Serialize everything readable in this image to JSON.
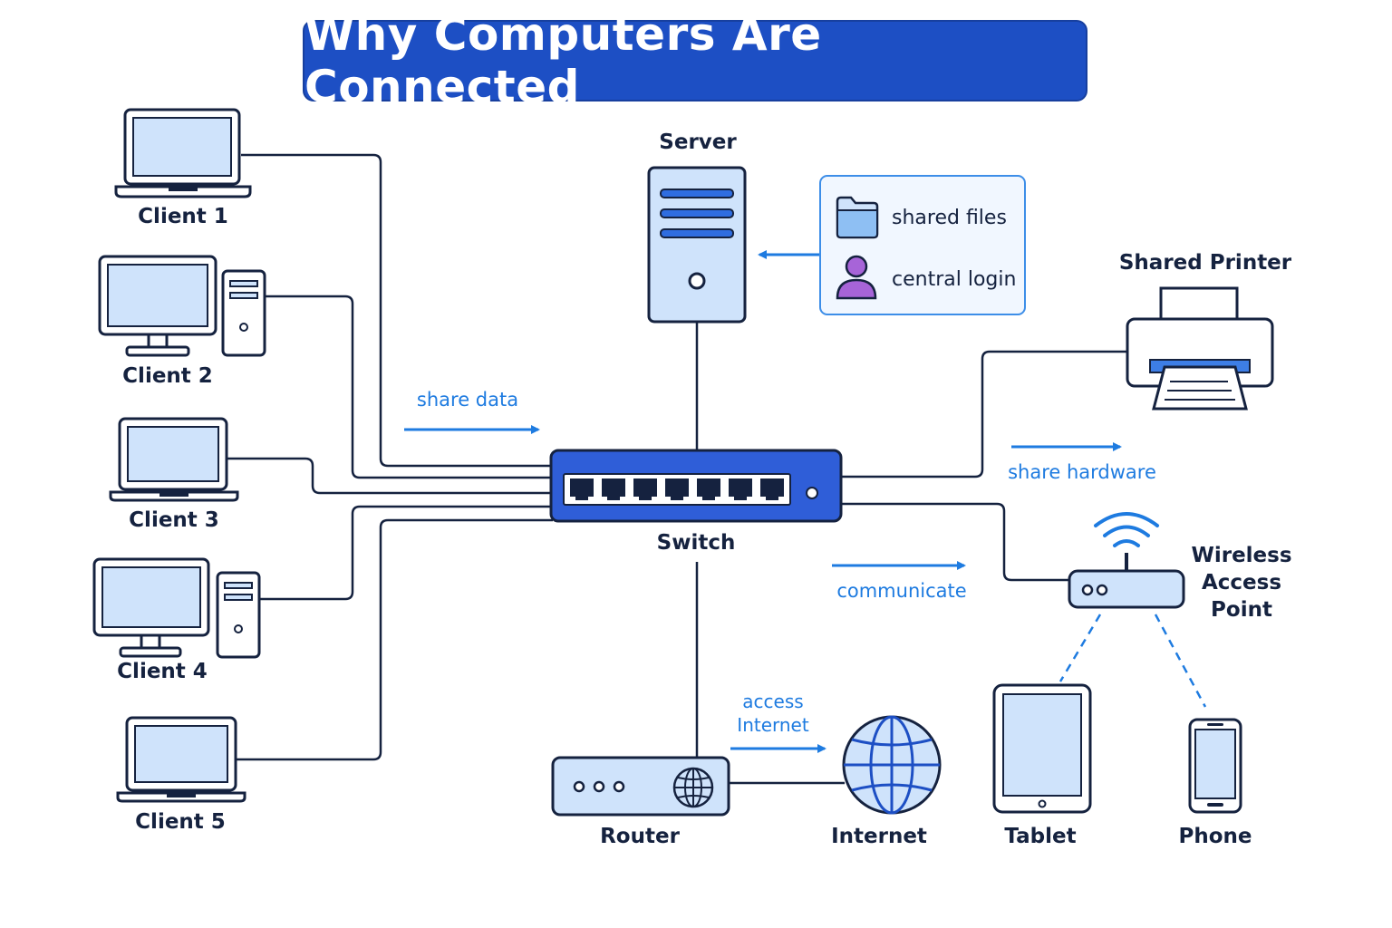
{
  "title": "Why Computers Are Connected",
  "nodes": {
    "client1": "Client 1",
    "client2": "Client 2",
    "client3": "Client 3",
    "client4": "Client 4",
    "client5": "Client 5",
    "server": "Server",
    "switch": "Switch",
    "printer": "Shared Printer",
    "wap_lines": [
      "Wireless",
      "Access",
      "Point"
    ],
    "router": "Router",
    "internet": "Internet",
    "tablet": "Tablet",
    "phone": "Phone"
  },
  "server_features": {
    "files": "shared files",
    "login": "central login"
  },
  "flows": {
    "share_data": "share data",
    "share_hardware": "share hardware",
    "communicate": "communicate",
    "access_internet_lines": [
      "access",
      "Internet"
    ]
  },
  "icons": [
    "laptop-icon",
    "desktop-icon",
    "server-icon",
    "switch-icon",
    "printer-icon",
    "wireless-ap-icon",
    "router-icon",
    "globe-icon",
    "tablet-icon",
    "phone-icon",
    "folder-icon",
    "user-icon"
  ],
  "colors": {
    "accent": "#1d4fc4",
    "line": "#15223f",
    "device_fill": "#cfe3fb",
    "flow_blue": "#1e7be0"
  }
}
